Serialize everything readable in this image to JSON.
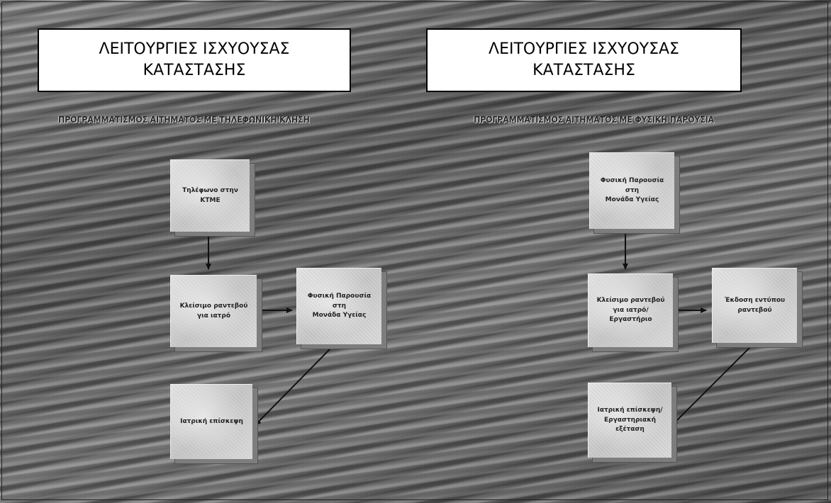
{
  "left": {
    "title_line1": "ΛΕΙΤΟΥΡΓΙΕΣ ΙΣΧΥΟΥΣΑΣ",
    "title_line2": "ΚΑΤΑΣΤΑΣΗΣ",
    "subtitle": "ΠΡΟΓΡΑΜΜΑΤΙΣΜΟΣ ΑΙΤΗΜΑΤΟΣ ΜΕ ΤΗΛΕΦΩΝΙΚΗ ΚΛΗΣΗ",
    "boxes": {
      "call": [
        "Τηλέφωνο στην",
        "ΚΤΜΕ"
      ],
      "book": [
        "Κλείσιμο ραντεβού",
        "για ιατρό"
      ],
      "presence": [
        "Φυσική Παρουσία",
        "στη",
        "Μονάδα Υγείας"
      ],
      "visit": [
        "Ιατρική επίσκεψη"
      ]
    }
  },
  "right": {
    "title_line1": "ΛΕΙΤΟΥΡΓΙΕΣ ΙΣΧΥΟΥΣΑΣ",
    "title_line2": "ΚΑΤΑΣΤΑΣΗΣ",
    "subtitle": "ΠΡΟΓΡΑΜΜΑΤΙΣΜΟΣ ΑΙΤΗΜΑΤΟΣ ΜΕ ΦΥΣΙΚΗ ΠΑΡΟΥΣΙΑ",
    "boxes": {
      "presence": [
        "Φυσική Παρουσία",
        "στη",
        "Μονάδα Υγείας"
      ],
      "book": [
        "Κλείσιμο ραντεβού",
        "για ιατρό/ Εργαστήριο"
      ],
      "ticket": [
        "Έκδοση εντύπου",
        "ραντεβού"
      ],
      "visit": [
        "Ιατρική επίσκεψη/",
        "Εργαστηριακή",
        "εξέταση"
      ]
    }
  }
}
